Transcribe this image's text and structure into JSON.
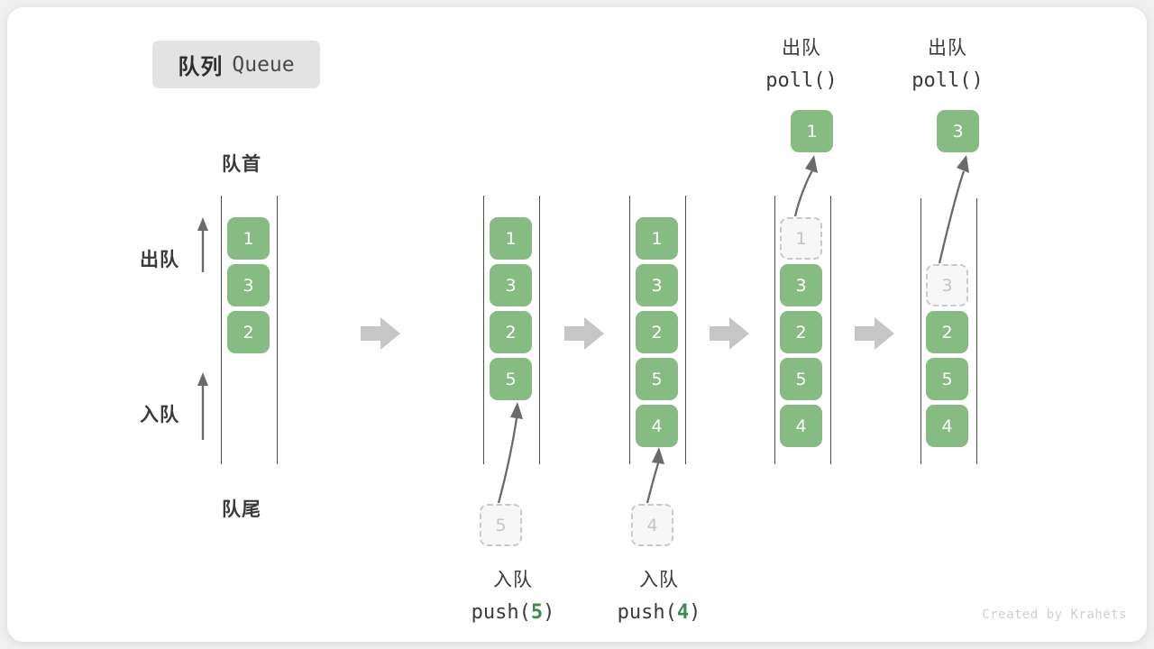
{
  "title": {
    "cn": "队列",
    "en": "Queue"
  },
  "labels": {
    "front": "队首",
    "rear": "队尾",
    "dequeue": "出队",
    "enqueue": "入队"
  },
  "attribution": "Created by Krahets",
  "colors": {
    "cell_fill": "#86bb82",
    "cell_text": "#ffffff",
    "ghost_fill": "#f7f7f7",
    "ghost_border": "#c9c9c9",
    "ghost_text": "#c4c4c4",
    "rail": "#4d4d4d",
    "arrow": "#6a6a6a",
    "step_arrow": "#c6c6c6",
    "accent_green": "#3c8a4e",
    "badge_bg": "#e3e3e3",
    "text": "#3a3a3a"
  },
  "columns": [
    {
      "id": "initial",
      "top_label": null,
      "bottom_label": null,
      "cells": [
        {
          "value": "1",
          "state": "full"
        },
        {
          "value": "3",
          "state": "full"
        },
        {
          "value": "2",
          "state": "full"
        }
      ],
      "popped": null,
      "incoming": null
    },
    {
      "id": "push-5",
      "top_label": null,
      "bottom_label": {
        "cn": "入队",
        "code_prefix": "push(",
        "code_num": "5",
        "code_suffix": ")"
      },
      "cells": [
        {
          "value": "1",
          "state": "full"
        },
        {
          "value": "3",
          "state": "full"
        },
        {
          "value": "2",
          "state": "full"
        },
        {
          "value": "5",
          "state": "full"
        }
      ],
      "popped": null,
      "incoming": {
        "value": "5",
        "state": "ghost"
      }
    },
    {
      "id": "push-4",
      "top_label": null,
      "bottom_label": {
        "cn": "入队",
        "code_prefix": "push(",
        "code_num": "4",
        "code_suffix": ")"
      },
      "cells": [
        {
          "value": "1",
          "state": "full"
        },
        {
          "value": "3",
          "state": "full"
        },
        {
          "value": "2",
          "state": "full"
        },
        {
          "value": "5",
          "state": "full"
        },
        {
          "value": "4",
          "state": "full"
        }
      ],
      "popped": null,
      "incoming": {
        "value": "4",
        "state": "ghost"
      }
    },
    {
      "id": "poll-1",
      "top_label": {
        "cn": "出队",
        "code": "poll()"
      },
      "bottom_label": null,
      "cells": [
        {
          "value": "1",
          "state": "ghost"
        },
        {
          "value": "3",
          "state": "full"
        },
        {
          "value": "2",
          "state": "full"
        },
        {
          "value": "5",
          "state": "full"
        },
        {
          "value": "4",
          "state": "full"
        }
      ],
      "popped": {
        "value": "1",
        "state": "full"
      },
      "incoming": null
    },
    {
      "id": "poll-3",
      "top_label": {
        "cn": "出队",
        "code": "poll()"
      },
      "bottom_label": null,
      "cells": [
        {
          "value": "3",
          "state": "ghost"
        },
        {
          "value": "2",
          "state": "full"
        },
        {
          "value": "5",
          "state": "full"
        },
        {
          "value": "4",
          "state": "full"
        }
      ],
      "popped": {
        "value": "3",
        "state": "full"
      },
      "incoming": null
    }
  ],
  "step_arrows_count": 4
}
